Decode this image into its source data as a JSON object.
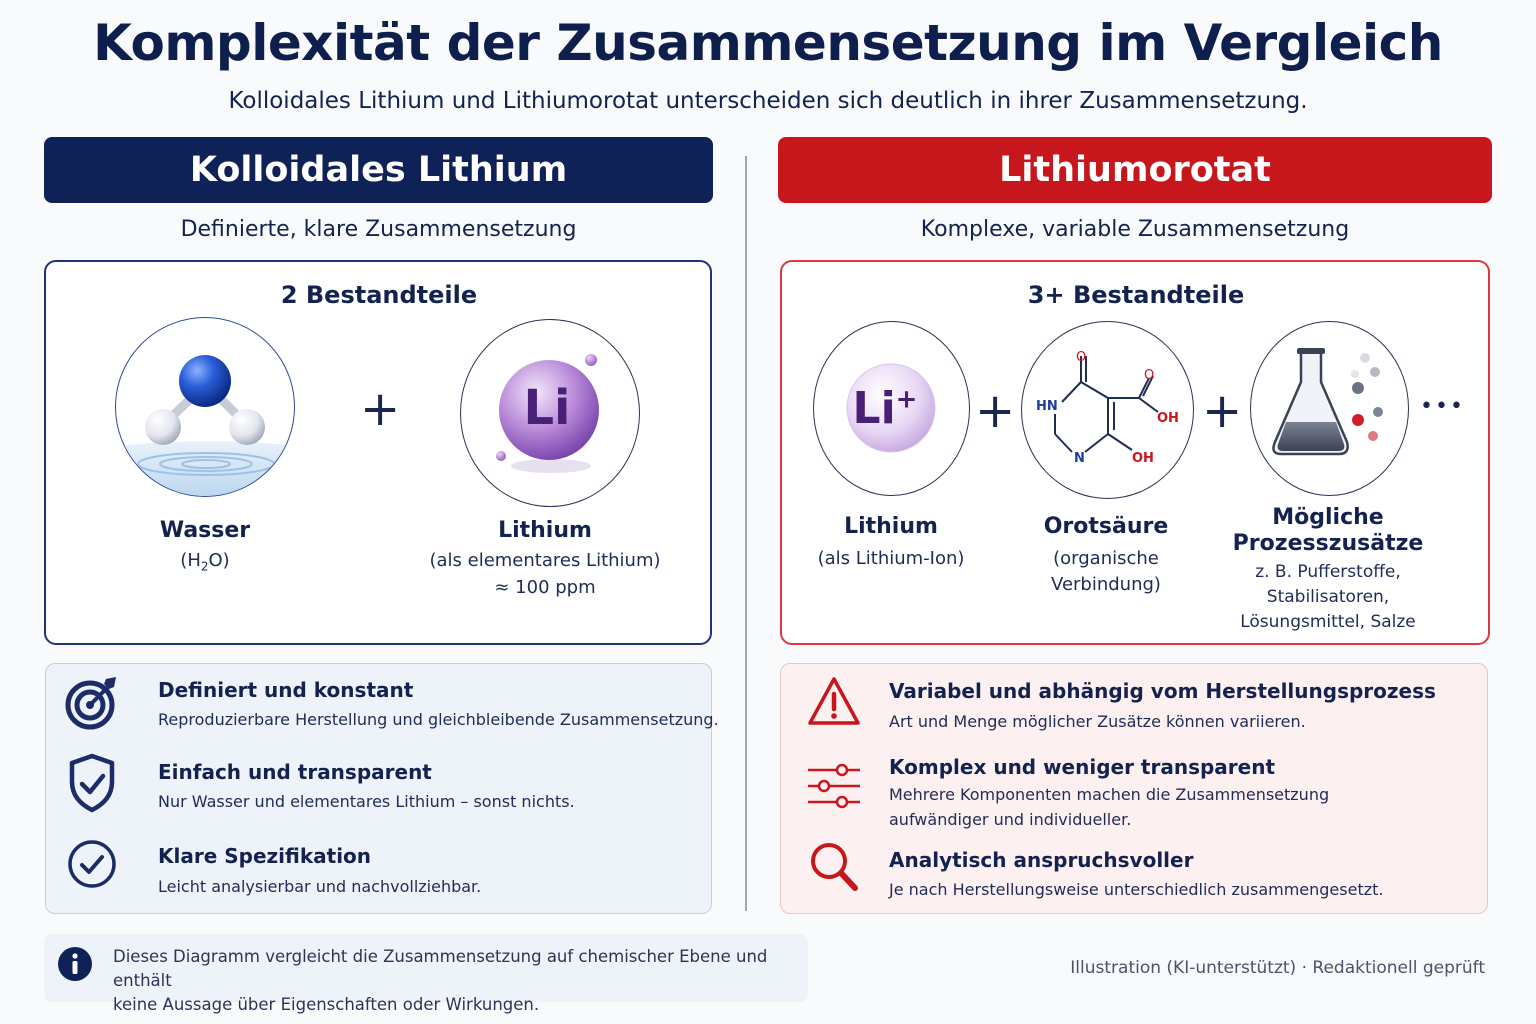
{
  "title": "Komplexität der Zusammensetzung im Vergleich",
  "subtitle": "Kolloidales Lithium und Lithiumorotat unterscheiden sich deutlich in ihrer Zusammensetzung.",
  "left": {
    "header": "Kolloidales Lithium",
    "tagline": "Definierte, klare Zusammensetzung",
    "count": "2 Bestandteile",
    "components": [
      {
        "name": "Wasser",
        "detail_prefix": "(H",
        "detail_sub": "2",
        "detail_suffix": "O)",
        "icon": "water-molecule-icon"
      },
      {
        "name": "Lithium",
        "detail": "(als elementares Lithium)",
        "detail2": "≈ 100 ppm",
        "symbol": "Li",
        "icon": "lithium-sphere-icon"
      }
    ],
    "plus": "+",
    "features": [
      {
        "title": "Definiert und konstant",
        "text": "Reproduzierbare Herstellung und gleichbleibende Zusammensetzung.",
        "icon": "target-icon"
      },
      {
        "title": "Einfach und transparent",
        "text": "Nur Wasser und elementares Lithium – sonst nichts.",
        "icon": "shield-check-icon"
      },
      {
        "title": "Klare Spezifikation",
        "text": "Leicht analysierbar und nachvollziehbar.",
        "icon": "check-circle-icon"
      }
    ]
  },
  "right": {
    "header": "Lithiumorotat",
    "tagline": "Komplexe, variable Zusammensetzung",
    "count": "3+ Bestandteile",
    "components": [
      {
        "name": "Lithium",
        "detail": "(als Lithium-Ion)",
        "symbol": "Li",
        "charge": "+",
        "icon": "lithium-ion-icon"
      },
      {
        "name": "Orotsäure",
        "detail": "(organische Verbindung)",
        "icon": "orotic-acid-structure-icon",
        "atoms": {
          "o_top": "O",
          "o_right": "O",
          "oh_right": "OH",
          "hn": "HN",
          "n": "N",
          "oh_bottom": "OH"
        }
      },
      {
        "name_line1": "Mögliche",
        "name_line2": "Prozesszusätze",
        "detail_lines": [
          "z. B. Pufferstoffe,",
          "Stabilisatoren,",
          "Lösungsmittel, Salze"
        ],
        "icon": "flask-icon"
      }
    ],
    "plus": "+",
    "ellipsis": "•••",
    "features": [
      {
        "title": "Variabel und abhängig vom Herstellungsprozess",
        "text": "Art und Menge möglicher Zusätze können variieren.",
        "icon": "warning-triangle-icon"
      },
      {
        "title": "Komplex und weniger transparent",
        "text_line1": "Mehrere Komponenten machen die Zusammensetzung",
        "text_line2": "aufwändiger und individueller.",
        "icon": "sliders-icon"
      },
      {
        "title": "Analytisch anspruchsvoller",
        "text": "Je nach Herstellungsweise unterschiedlich zusammengesetzt.",
        "icon": "magnifier-icon"
      }
    ]
  },
  "note": {
    "icon": "info-icon",
    "line1": "Dieses Diagramm vergleicht die Zusammensetzung auf chemischer Ebene und enthält",
    "line2": "keine Aussage über Eigenschaften oder Wirkungen."
  },
  "credit": "Illustration (KI-unterstützt) · Redaktionell geprüft",
  "colors": {
    "navy": "#0e2258",
    "red": "#c8161d",
    "lithium_purple": "#9a62c8"
  }
}
